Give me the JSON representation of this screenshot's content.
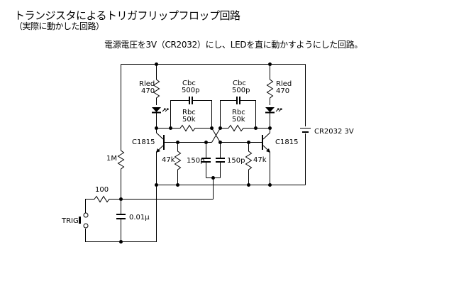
{
  "header": {
    "title": "トランジスタによるトリガフリップフロップ回路",
    "subtitle": "（実際に動かした回路）",
    "description": "電源電圧を3V（CR2032）にし、LEDを直に動かすようにした回路。"
  },
  "components": {
    "rled_left": {
      "name": "Rled",
      "value": "470"
    },
    "rled_right": {
      "name": "Rled",
      "value": "470"
    },
    "cbc_left": {
      "name": "Cbc",
      "value": "500p"
    },
    "cbc_right": {
      "name": "Cbc",
      "value": "500p"
    },
    "rbc_left": {
      "name": "Rbc",
      "value": "50k"
    },
    "rbc_right": {
      "name": "Rbc",
      "value": "50k"
    },
    "transistor_left": {
      "name": "C1815"
    },
    "transistor_right": {
      "name": "C1815"
    },
    "rbe_left": {
      "value": "47k"
    },
    "rbe_right": {
      "value": "47k"
    },
    "cap_left": {
      "value": "150p"
    },
    "cap_right": {
      "value": "150p"
    },
    "r_bias": {
      "value": "1M"
    },
    "r_trig": {
      "value": "100"
    },
    "c_trig": {
      "value": "0.01μ"
    },
    "switch": {
      "name": "TRIG"
    },
    "battery": {
      "name": "CR2032 3V"
    }
  }
}
